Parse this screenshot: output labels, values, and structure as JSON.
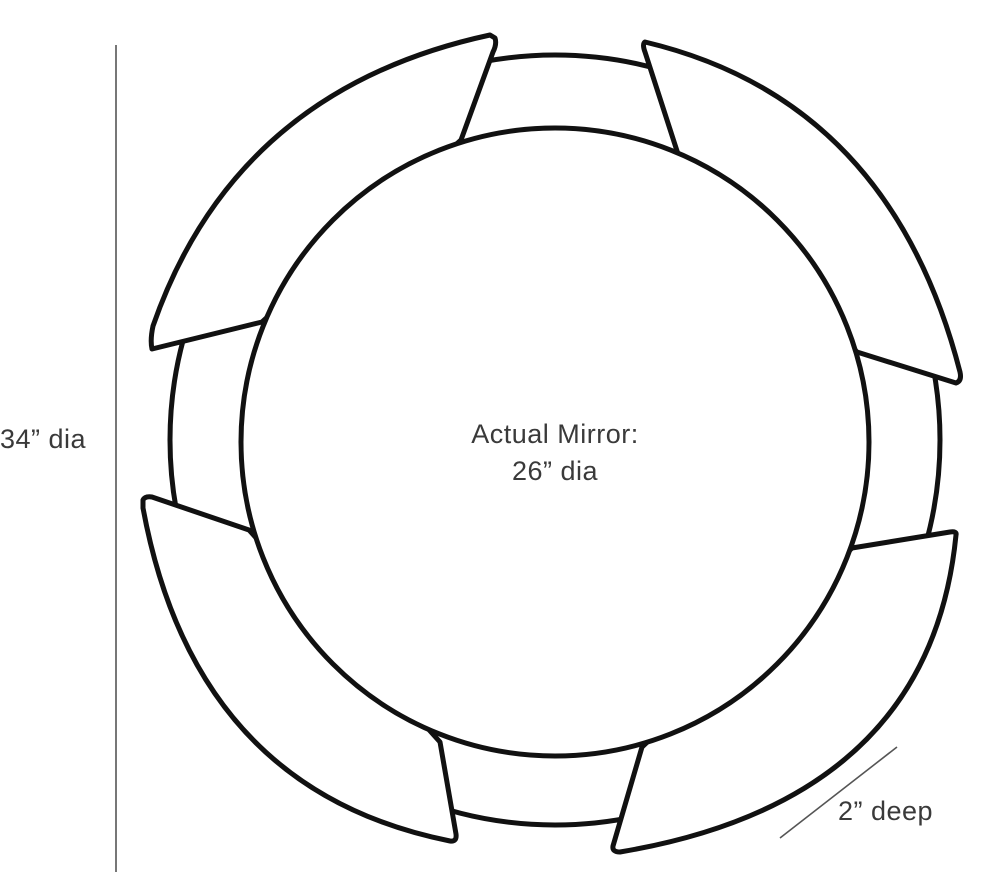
{
  "diagram": {
    "overall_dimension_label": "34” dia",
    "mirror_label_line1": "Actual Mirror:",
    "mirror_label_line2": "26” dia",
    "depth_label": "2” deep"
  },
  "colors": {
    "stroke": "#111111",
    "text": "#3a3a3a",
    "dimension_line": "#555555",
    "background": "#ffffff"
  }
}
